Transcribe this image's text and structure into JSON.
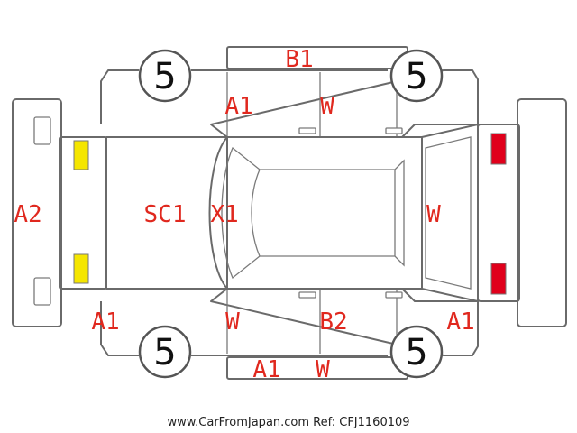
{
  "tire_grades": {
    "front_left": "5",
    "front_right": "5",
    "rear_left": "5",
    "rear_right": "5"
  },
  "damage_codes": {
    "roof_top": "B1",
    "upper_front_door": "A1",
    "upper_rear_door": "W",
    "front_bumper": "A2",
    "hood": "SC1",
    "windshield": "X1",
    "rear_window": "W",
    "lower_front_fender": "A1",
    "lower_front_door": "W",
    "lower_rear_door": "B2",
    "lower_rear_quarter": "A1",
    "rocker_left": "A1",
    "rocker_right": "W"
  },
  "lamp_colors": {
    "front_lamps": "#f5e600",
    "rear_lamps": "#e0001b"
  },
  "footer": {
    "watermark": "www.CarFromJapan.com Ref: CFJ1160109"
  }
}
